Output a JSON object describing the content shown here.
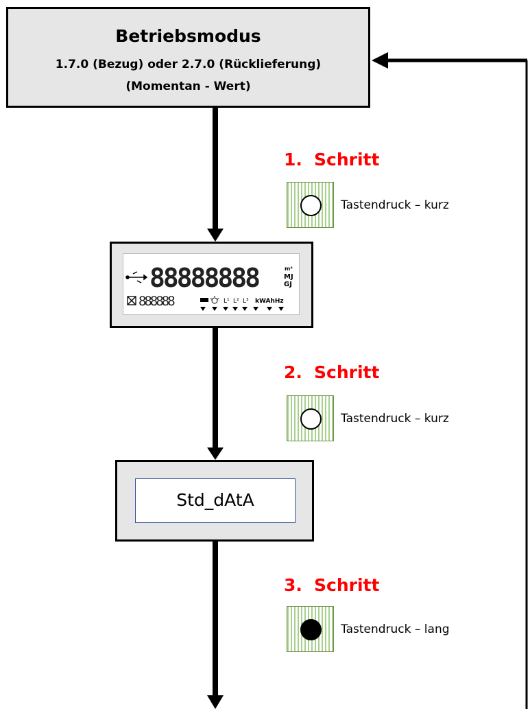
{
  "mode_box": {
    "title": "Betriebsmodus",
    "line1": "1.7.0 (Bezug) oder 2.7.0 (Rücklieferung)",
    "line2": "(Momentan - Wert)"
  },
  "steps": [
    {
      "number": "1.",
      "label": "Schritt",
      "button_label": "Tastendruck – kurz",
      "button_type": "short"
    },
    {
      "number": "2.",
      "label": "Schritt",
      "button_label": "Tastendruck – kurz",
      "button_type": "short"
    },
    {
      "number": "3.",
      "label": "Schritt",
      "button_label": "Tastendruck – lang",
      "button_type": "long"
    }
  ],
  "lcd": {
    "digits_main": "88888888",
    "digits_small": "888888",
    "units_top": "m³",
    "units_mid": "MJ",
    "units_bot": "GJ",
    "phase_labels": [
      "L¹",
      "L²",
      "L³"
    ],
    "unit_row": "kWAhHz"
  },
  "std_display": "Std_dAtA",
  "colors": {
    "step_red": "#ff0000",
    "box_gray": "#e6e6e6",
    "button_green": "#a8d08d",
    "inner_border_blue": "#2f5597"
  }
}
